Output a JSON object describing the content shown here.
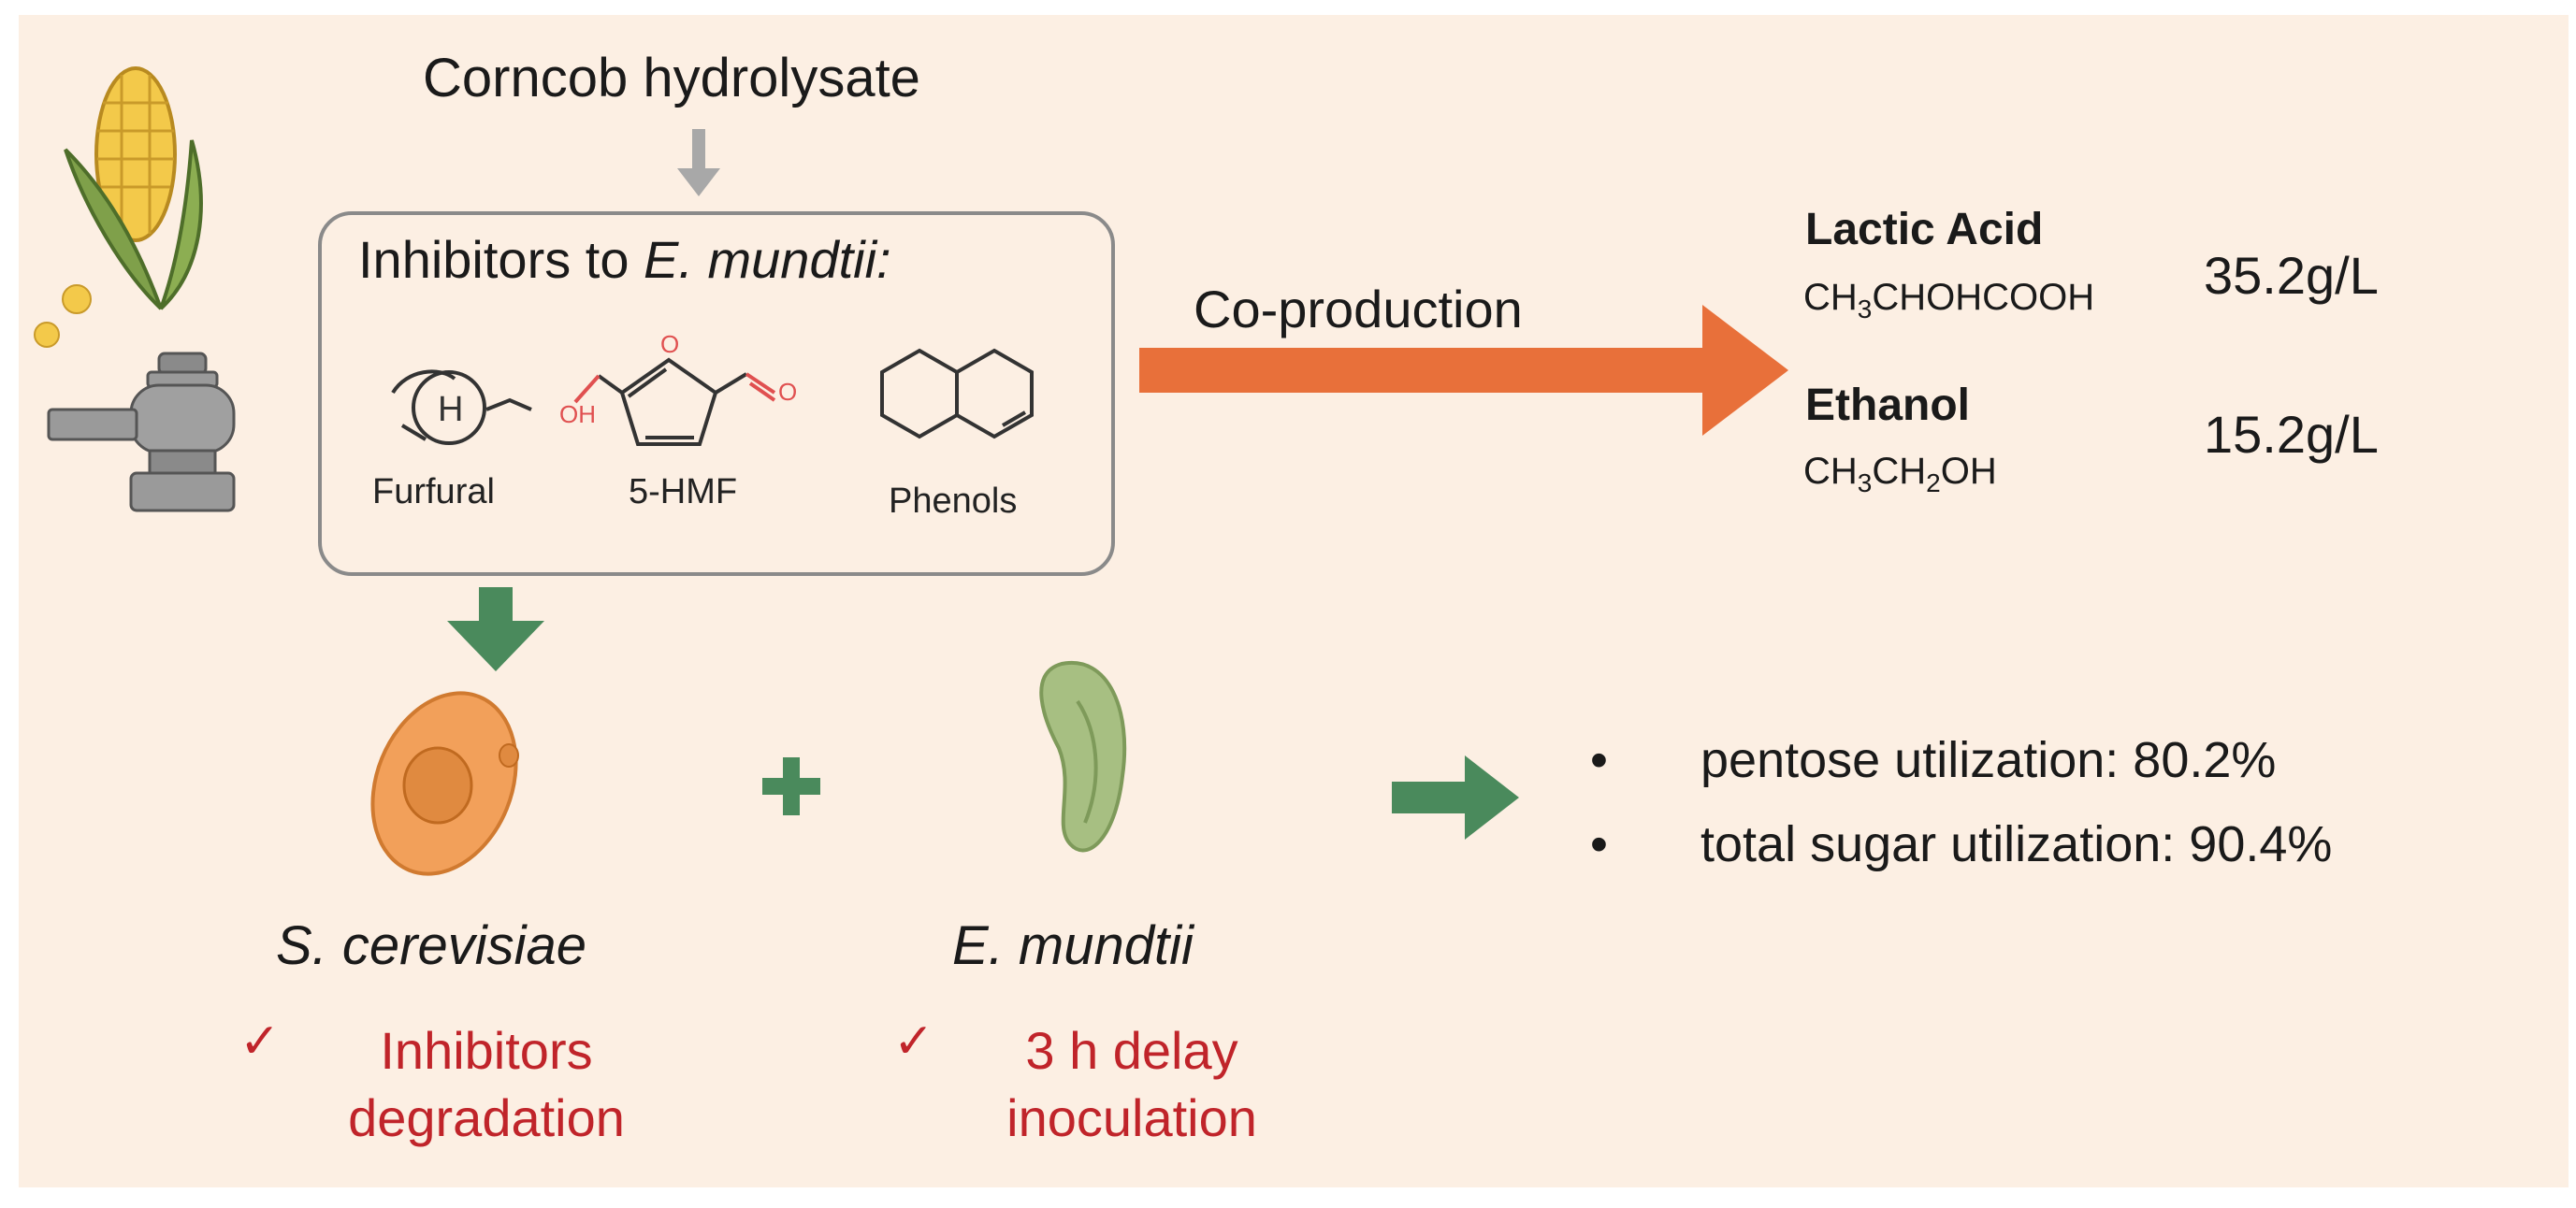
{
  "input": {
    "label": "Corncob hydrolysate"
  },
  "inhibitors": {
    "title_prefix": "Inhibitors to ",
    "title_species": "E. mundtii:",
    "molecules": [
      "Furfural",
      "5-HMF",
      "Phenols"
    ]
  },
  "process": {
    "label": "Co-production"
  },
  "products": [
    {
      "name": "Lactic Acid",
      "formula_parts": [
        "CH",
        "3",
        "CHOHCOOH"
      ],
      "value": "35.2g/L"
    },
    {
      "name": "Ethanol",
      "formula_parts": [
        "CH",
        "3",
        "CH",
        "2",
        "OH"
      ],
      "value": "15.2g/L"
    }
  ],
  "organisms": {
    "yeast": {
      "name": "S. cerevisiae",
      "check": "✓",
      "note_line1": "Inhibitors",
      "note_line2": "degradation"
    },
    "bacterium": {
      "name": "E. mundtii",
      "check": "✓",
      "note_line1": "3 h delay",
      "note_line2": "inoculation"
    },
    "plus": "+"
  },
  "results": {
    "bullet": "•",
    "items": [
      "pentose utilization: 80.2%",
      "total sugar utilization: 90.4%"
    ]
  },
  "colors": {
    "background": "#fcefe3",
    "orange_arrow": "#e8703a",
    "green_arrow": "#4a8a5c",
    "highlight_red": "#c0242a",
    "grey_arrow": "#a8a8a8"
  },
  "icons": [
    "corn-icon",
    "grinder-icon",
    "yeast-cell-icon",
    "bacterium-icon"
  ]
}
